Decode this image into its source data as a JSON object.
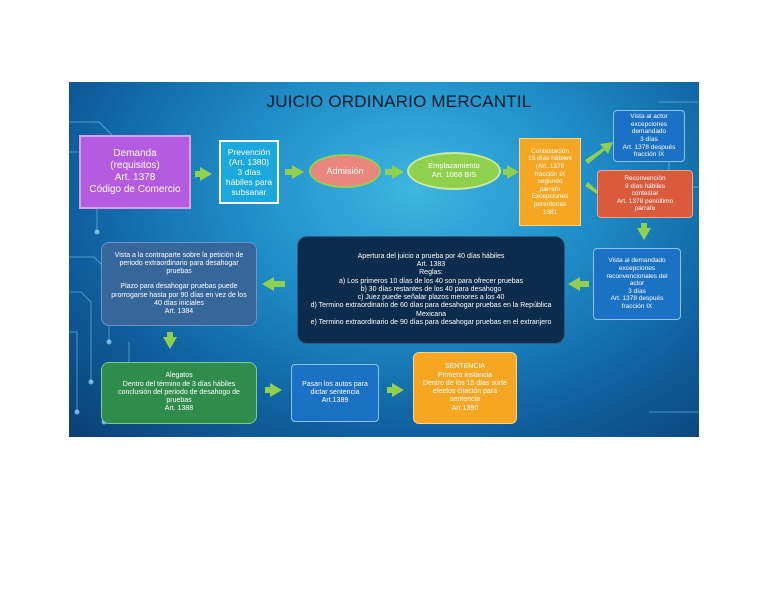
{
  "title": "JUICIO ORDINARIO MERCANTIL",
  "nodes": {
    "demanda": [
      "Demanda",
      "(requisitos)",
      "Art. 1378",
      "Código de Comercio"
    ],
    "prevencion": [
      "Prevención",
      "(Art. 1380)",
      "3 días",
      "hábiles para",
      "subsanar"
    ],
    "admision": [
      "Admisión"
    ],
    "emplazamiento": [
      "Emplazamiento",
      "Art. 1068 BIS"
    ],
    "contestacion": [
      "Contestación",
      "15 días hábiles",
      "(Art. 1378",
      "fracción IX",
      "segundo",
      "párrafo",
      "Excepciones",
      "perentorias",
      "1381"
    ],
    "vista_actor": [
      "Vista al actor",
      "excepciones",
      "demandado",
      "3 días",
      "Art. 1378 después",
      "fracción IX"
    ],
    "reconvencion": [
      "Reconvención",
      "9 días hábiles",
      "contestar",
      "Art. 1378 penúltimo",
      "párrafo"
    ],
    "vista_demandado": [
      "Vista al demandado",
      "excepciones",
      "reconvencionales del",
      "actor",
      "3 días",
      "Art. 1378 después",
      "fracción IX"
    ],
    "apertura": [
      "Apertura del juicio a prueba por 40 días hábiles",
      "Art. 1383",
      "Reglas:",
      "a)  Los primeros 10 días de los 40 son para ofrecer pruebas",
      "b)  30 días restantes de los 40 para desahogo",
      "c)  Juez puede señalar plazos menores a los 40",
      "d)  Termino extraordinario de 60 días para desahogar pruebas en la República Mexicana",
      "e)  Termino extraordinario de 90 días para desahogar pruebas en el extranjero"
    ],
    "vista_contraparte": [
      "Vista a la contraparte sobre la petición de periodo extraordinario para desahogar pruebas",
      "",
      "Plazo para desahogar pruebas puede prorrogarse hasta por 90 días en vez de los 40 días iniciales",
      "Art. 1384"
    ],
    "alegatos": [
      "Alegatos",
      "Dentro del término de 3 días hábiles conclusión del periodo de desahogo de pruebas",
      "Art. 1388"
    ],
    "pasan_autos": [
      "Pasan los autos para dictar sentencia",
      "Art.1389"
    ],
    "sentencia": [
      "SENTENCIA",
      "Primera instancia",
      "Dentro de los 15 días surte efectos citación para sentencia",
      "Art.1390"
    ]
  },
  "colors": {
    "purple": "#b45be0",
    "teal": "#1aa8dd",
    "salmon": "#e9867d",
    "green": "#8fd14f",
    "orange": "#f5a623",
    "blue": "#1b72c4",
    "red": "#d95b3b",
    "dark": "#0c2c4d",
    "slate": "#37669a",
    "darkgreen": "#2f8c4d"
  }
}
